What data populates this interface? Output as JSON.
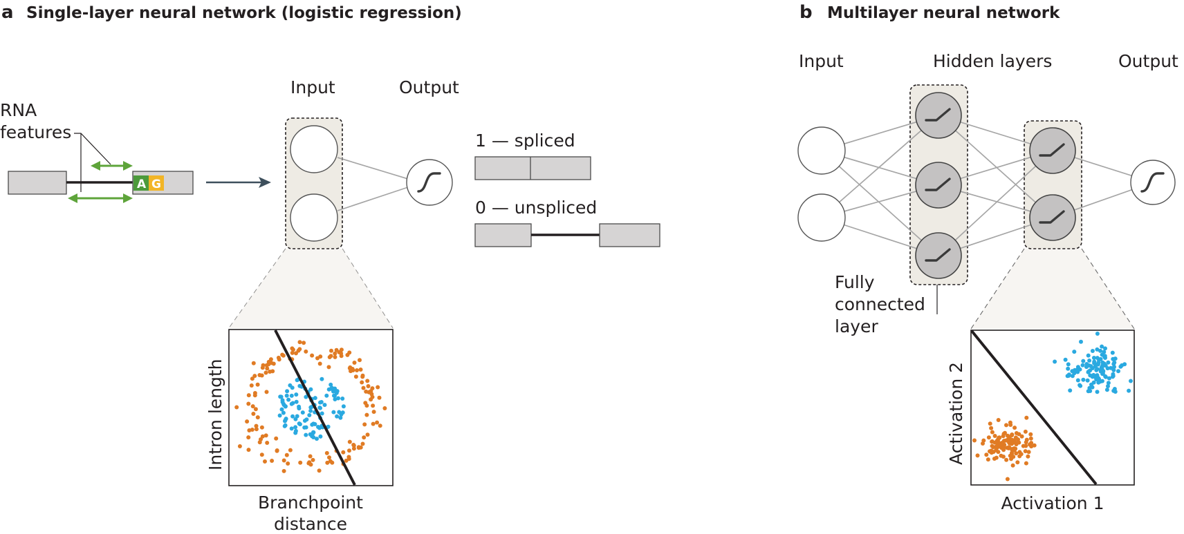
{
  "panel_a": {
    "letter": "a",
    "title": "Single-layer neural network (logistic regression)",
    "rna_features_line1": "RNA",
    "rna_features_line2": "features",
    "splice_letter_a": "A",
    "splice_letter_g": "G",
    "input_label": "Input",
    "output_label": "Output",
    "spliced_label": "1 — spliced",
    "unspliced_label": "0 — unspliced",
    "x_axis_label_line1": "Branchpoint",
    "x_axis_label_line2": "distance",
    "y_axis_label": "Intron length"
  },
  "panel_b": {
    "letter": "b",
    "title": "Multilayer neural network",
    "input_label": "Input",
    "hidden_label": "Hidden layers",
    "output_label": "Output",
    "fully_connected_line1": "Fully",
    "fully_connected_line2": "connected",
    "fully_connected_line3": "layer",
    "x_axis_label": "Activation 1",
    "y_axis_label": "Activation 2"
  },
  "colors": {
    "orange": "#e07b24",
    "blue": "#2aa9e0",
    "green_arrow": "#5ea43a",
    "splice_a": "#4c9a3b",
    "splice_g": "#f2b526",
    "arrow_dark": "#3d4f5c",
    "panel_fill": "#eeebe4"
  },
  "icons": {
    "sigmoid": "sigmoid-activation-icon",
    "relu": "relu-activation-icon"
  },
  "chart_data": [
    {
      "type": "scatter",
      "description_key": "panel-a-scatter",
      "xlabel": "Branchpoint distance",
      "ylabel": "Intron length",
      "series": [
        {
          "class": "inner",
          "color": "#2aa9e0",
          "count": 110,
          "shape": "disc"
        },
        {
          "class": "outer",
          "color": "#e07b24",
          "count": 150,
          "shape": "ring"
        }
      ],
      "decision_boundary": "linear",
      "grid": false
    },
    {
      "type": "scatter",
      "description_key": "panel-b-scatter",
      "xlabel": "Activation 1",
      "ylabel": "Activation 2",
      "series": [
        {
          "class": "cluster-blue",
          "color": "#2aa9e0",
          "count": 120
        },
        {
          "class": "cluster-orange",
          "color": "#e07b24",
          "count": 120
        }
      ],
      "decision_boundary": "linear",
      "grid": false
    }
  ]
}
